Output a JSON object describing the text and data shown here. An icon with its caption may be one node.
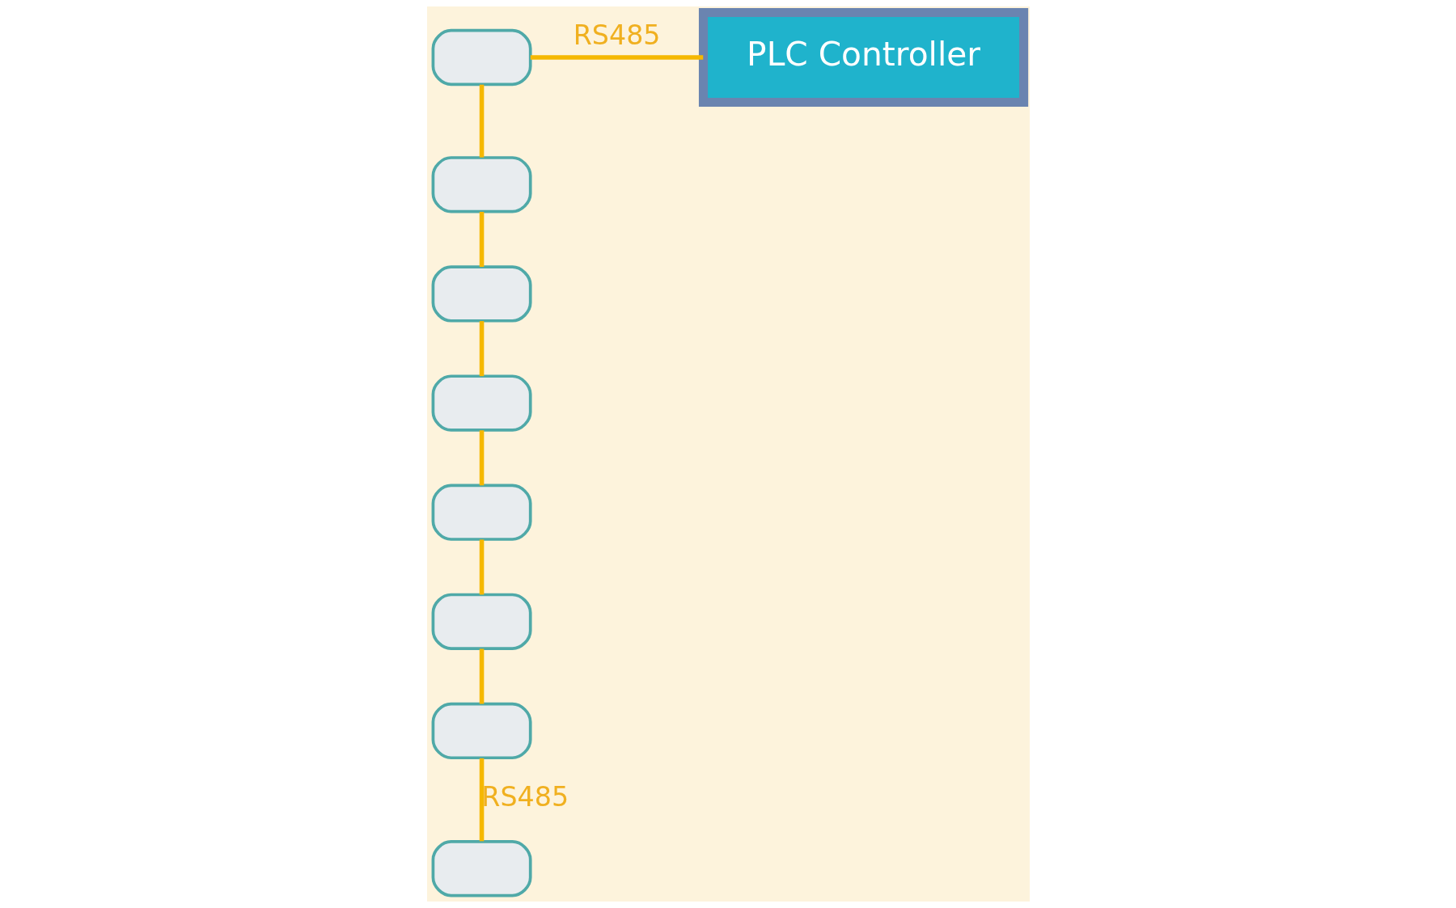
{
  "diagram": {
    "nodes": [
      {
        "text": [],
        "shape": "box"
      },
      {
        "text": [],
        "shape": "box"
      },
      {
        "text": [],
        "shape": "box"
      },
      {
        "text": [],
        "shape": "box"
      },
      {
        "text": [],
        "shape": "box"
      },
      {
        "text": [],
        "shape": "box"
      },
      {
        "text": [],
        "shape": "box"
      },
      {
        "text": [],
        "shape": "box"
      },
      {
        "text": [
          "PLC Controller"
        ]
      }
    ],
    "edges": [
      {
        "from": 0,
        "to": 8,
        "arrow": "none",
        "label": "RS485"
      },
      {
        "from": 0,
        "to": 1,
        "arrow": "none"
      },
      {
        "from": 1,
        "to": 2,
        "arrow": "none"
      },
      {
        "from": 2,
        "to": 3,
        "arrow": "none"
      },
      {
        "from": 3,
        "to": 4,
        "arrow": "none"
      },
      {
        "from": 4,
        "to": 5,
        "arrow": "none"
      },
      {
        "from": 5,
        "to": 6,
        "arrow": "none"
      },
      {
        "from": 6,
        "to": 7,
        "arrow": "none",
        "label": "RS485"
      }
    ]
  }
}
